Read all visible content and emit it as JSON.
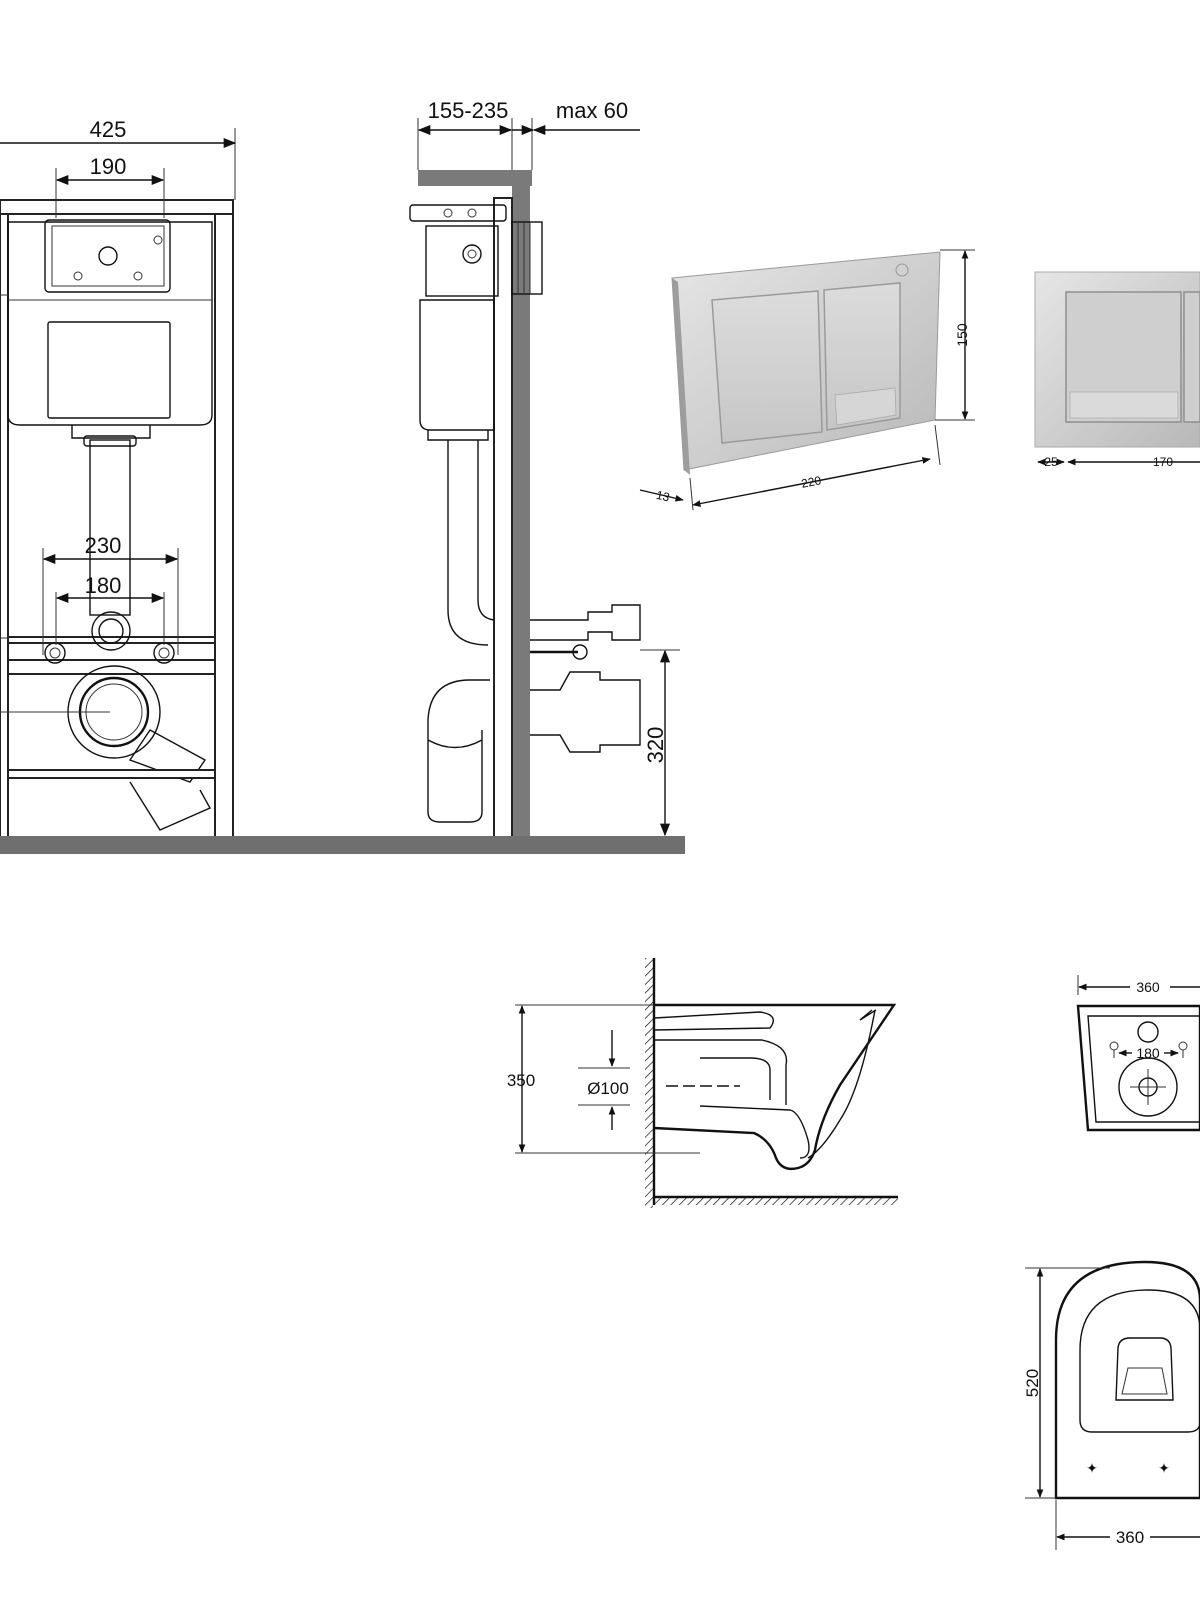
{
  "installation_front": {
    "width_total": "425",
    "button_module_width": "190",
    "stud_spacing_outer": "230",
    "stud_spacing_inner": "180"
  },
  "installation_side": {
    "wall_depth": "155-235",
    "cladding": "max 60",
    "outlet_height": "320"
  },
  "flush_plate_3d": {
    "height": "150",
    "width": "220",
    "thickness": "13"
  },
  "flush_plate_front": {
    "edge": "25",
    "button_width": "170"
  },
  "bowl_side": {
    "height": "350",
    "outlet_diameter": "Ø100"
  },
  "bowl_rear": {
    "width": "360",
    "stud_spacing": "180"
  },
  "bowl_top": {
    "length": "520",
    "width": "360"
  },
  "colors": {
    "line": "#111111",
    "floor": "#6f6f6f",
    "plate": "#c9c9c9"
  }
}
